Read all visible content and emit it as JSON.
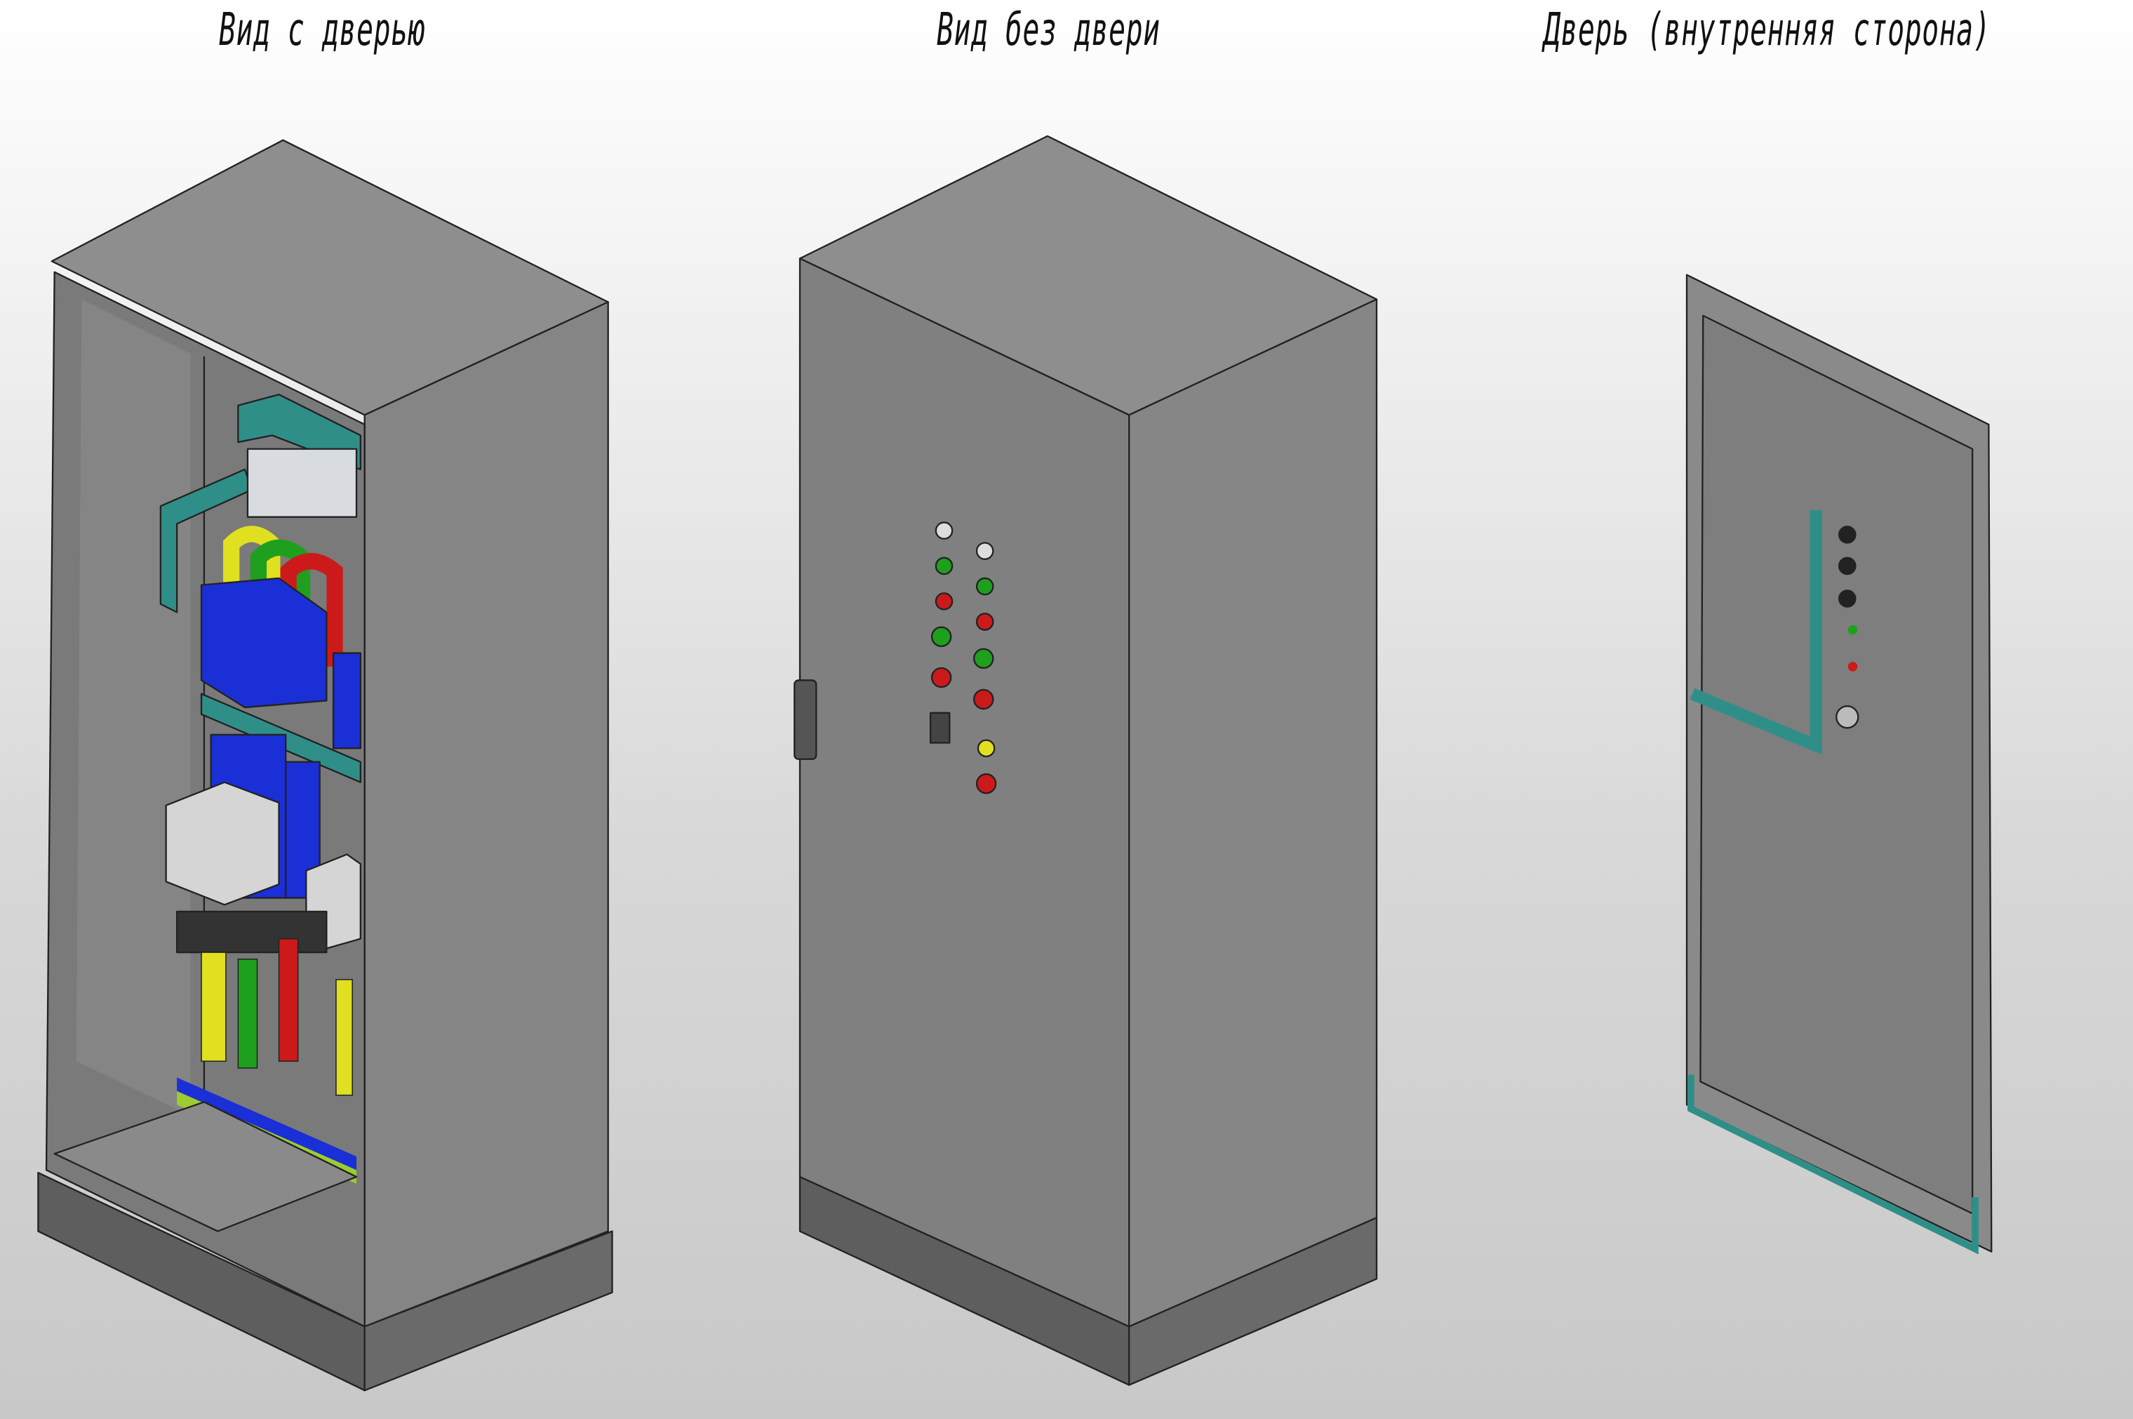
{
  "titles": {
    "with_door": "Вид с дверью",
    "without_door": "Вид без двери",
    "door_inner": "Дверь (внутренняя сторона)"
  },
  "colors": {
    "cabinet_gray": "#808080",
    "side_gray": "#8a8a8a",
    "top_gray": "#8c8c8c",
    "teal": "#2f8f88",
    "blue": "#1b2fd6",
    "yellow": "#e0e020",
    "green": "#1ea01e",
    "red": "#cc1a1a"
  }
}
